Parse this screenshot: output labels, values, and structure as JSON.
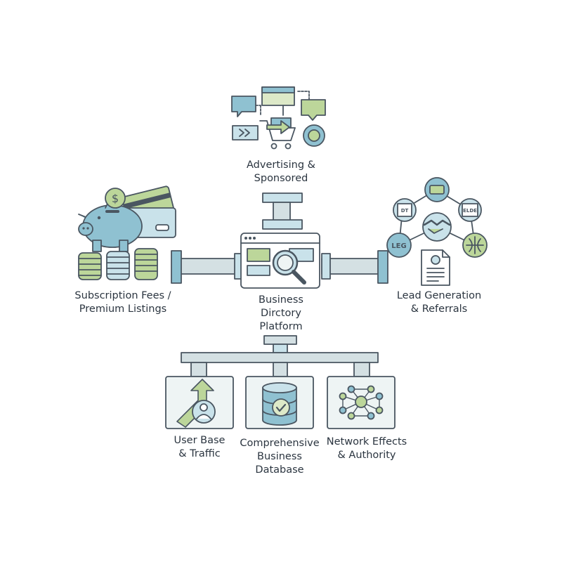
{
  "center": {
    "label_lines": [
      "Business",
      "Dirctory",
      "Platform"
    ]
  },
  "revenue": {
    "advertising": {
      "label_lines": [
        "Advertising &",
        "Sponsored"
      ]
    },
    "subscription": {
      "label_lines": [
        "Subscription Fees /",
        "Premium Listings"
      ]
    },
    "lead_generation": {
      "label_lines": [
        "Lead Generation",
        "& Referrals"
      ]
    }
  },
  "foundations": [
    {
      "label_lines": [
        "User Base",
        "& Traffic"
      ]
    },
    {
      "label_lines": [
        "Comprehensive",
        "Business",
        "Database"
      ]
    },
    {
      "label_lines": [
        "Network Effects",
        "& Authority"
      ]
    }
  ],
  "icon_text": {
    "dollar": "$",
    "badge_left": "LEG",
    "badge_top_left": "DT",
    "badge_top_right": "ELDE"
  },
  "colors": {
    "teal": "#8fc1d1",
    "teal_light": "#c9e2ea",
    "green": "#bcd69a",
    "green_light": "#dde9c8",
    "outline": "#4a5661",
    "pipe": "#d4e0e3",
    "panel": "#eef4f4"
  },
  "icons": [
    "piggy-bank-icon",
    "coin-stack-icon",
    "credit-card-icon",
    "shopping-cart-icon",
    "magnifier-icon",
    "handshake-icon",
    "globe-icon",
    "document-icon",
    "growth-arrow-icon",
    "database-icon",
    "network-icon"
  ]
}
